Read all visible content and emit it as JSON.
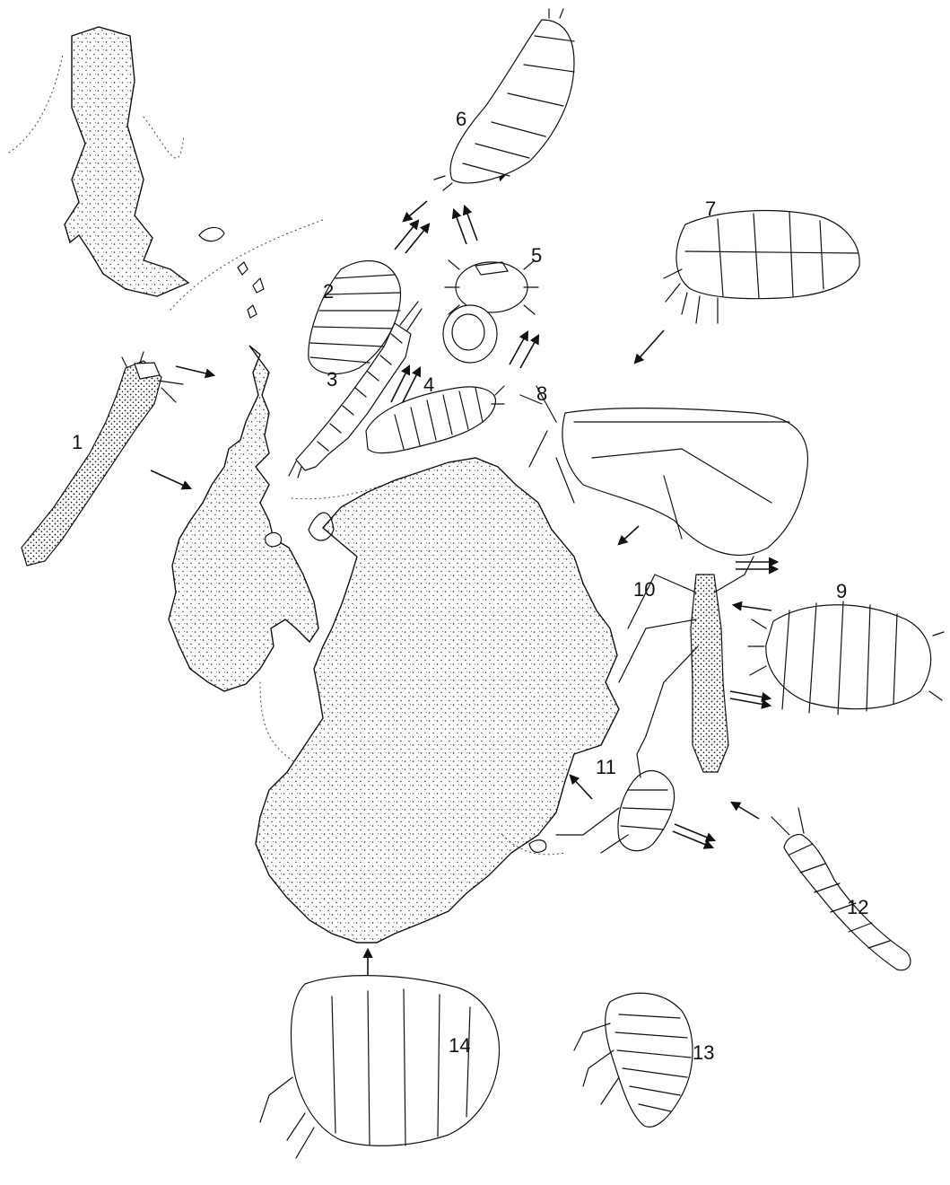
{
  "figure": {
    "colors": {
      "ink": "#111111",
      "background": "#ffffff"
    },
    "specimen_labels": [
      "1",
      "2",
      "3",
      "4",
      "5",
      "6",
      "7",
      "8",
      "9",
      "10",
      "11",
      "12",
      "13",
      "14"
    ]
  }
}
